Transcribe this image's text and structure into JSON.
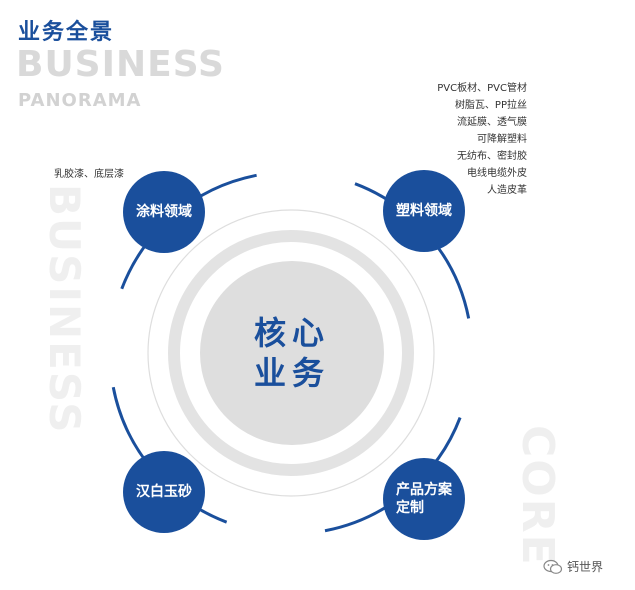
{
  "header": {
    "title_cn": "业务全景",
    "title_en_1": "BUSINESS",
    "title_en_2": "PANORAMA"
  },
  "watermarks": {
    "left": "BUSINESS",
    "right": "CORE"
  },
  "core": {
    "line1": "核心",
    "line2": "业务"
  },
  "nodes": {
    "coatings": "涂料领域",
    "plastics": "塑料领域",
    "marble": "汉白玉砂",
    "custom": "产品方案定制"
  },
  "coatings_note": "乳胶漆、底层漆",
  "plastics_items": [
    "PVC板材、PVC管材",
    "树脂瓦、PP拉丝",
    "流延膜、透气膜",
    "可降解塑料",
    "无纺布、密封胶",
    "电线电缆外皮",
    "人造皮革"
  ],
  "brand": {
    "name": "钙世界",
    "icon": "wechat-icon"
  },
  "colors": {
    "primary": "#1a4f9c",
    "core_fill": "#dedede",
    "ring": "#e2e2e2",
    "watermark": "#efefef"
  }
}
